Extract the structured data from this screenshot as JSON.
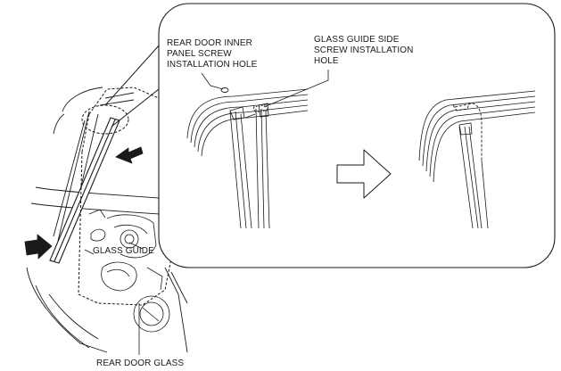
{
  "labels": {
    "inner_panel_hole": [
      "REAR DOOR INNER",
      "PANEL SCREW",
      "INSTALLATION HOLE"
    ],
    "glass_guide_side_hole": [
      "GLASS GUIDE SIDE",
      "SCREW INSTALLATION",
      "HOLE"
    ],
    "glass_guide": "GLASS GUIDE",
    "rear_door_glass": "REAR DOOR GLASS"
  },
  "icons": [
    "push-arrow-icon",
    "push-arrow-icon",
    "transition-arrow-icon",
    "screw-hole-icon"
  ],
  "colors": {
    "line": "#1a1a1a",
    "background": "#ffffff"
  }
}
